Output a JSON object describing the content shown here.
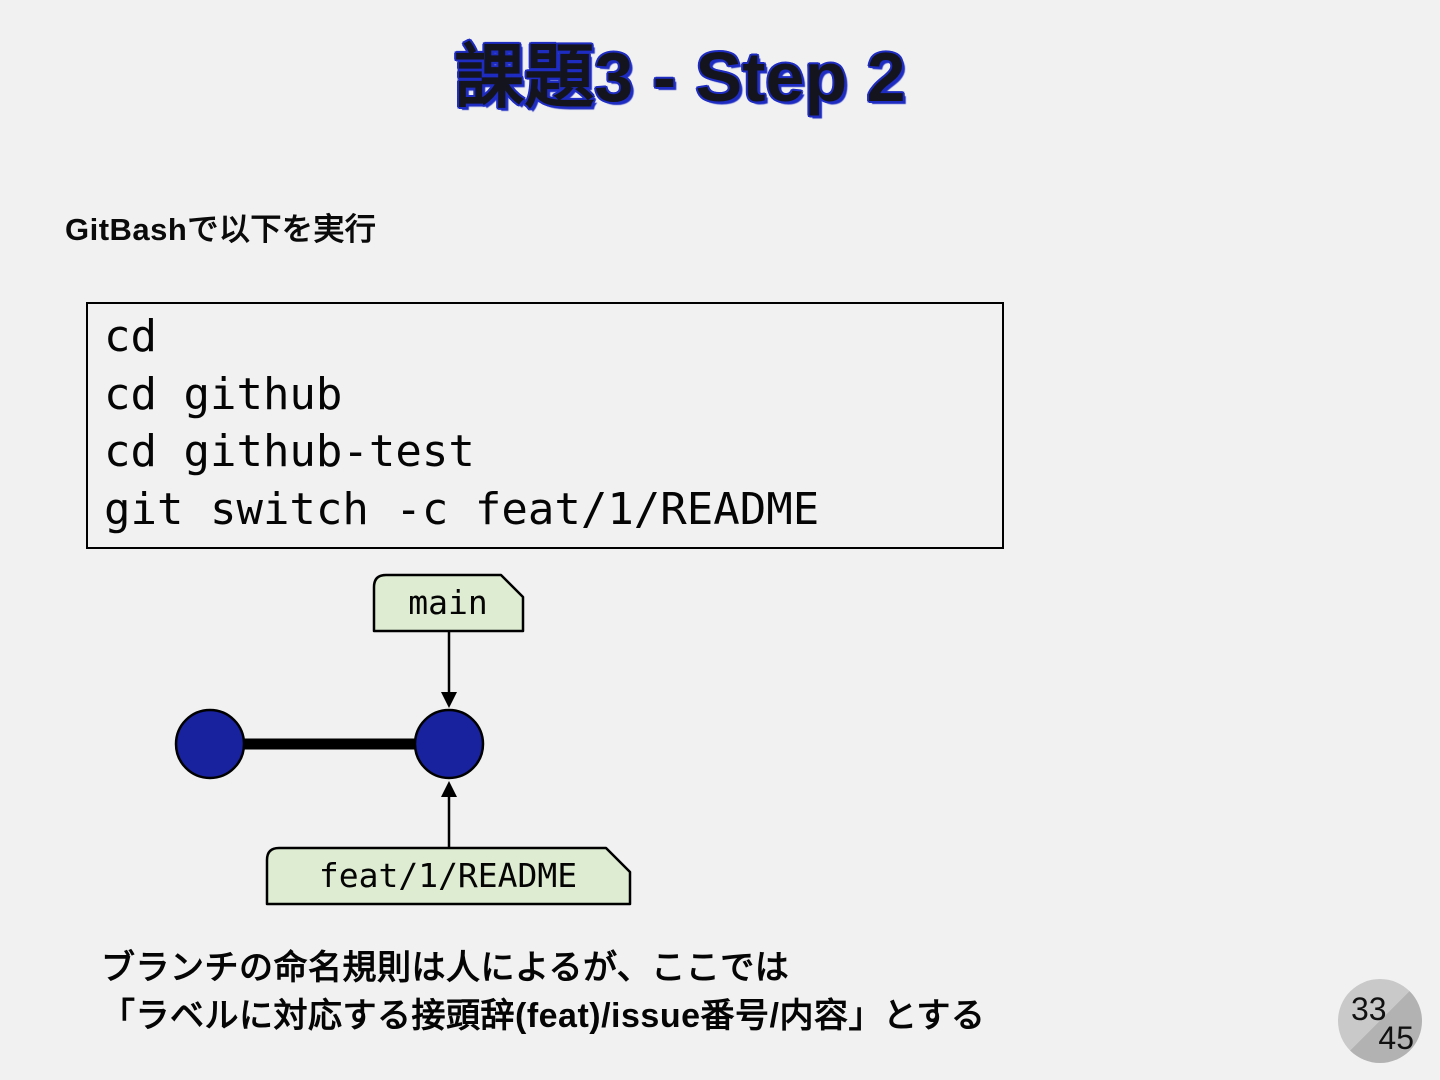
{
  "slide": {
    "title": "課題3 - Step 2",
    "subtitle": "GitBashで以下を実行",
    "code": {
      "lines": [
        "cd",
        "cd github",
        "cd github-test",
        "git switch -c feat/1/README"
      ]
    },
    "diagram": {
      "main_label": "main",
      "feature_label": "feat/1/README"
    },
    "note": {
      "lines": [
        "ブランチの命名規則は人によるが、ここでは",
        "「ラベルに対応する接頭辞(feat)/issue番号/内容」とする"
      ]
    },
    "page": {
      "current": "33",
      "total": "45"
    },
    "colors": {
      "background": "#F1F1F1",
      "commit_node_blue": "#18219E",
      "branch_tag_green": "#DEECD2",
      "title_fill": "#14141F",
      "title_outline_blue": "#1E2CC2",
      "badge_gray_light": "#C9C9C9",
      "badge_gray_dark": "#B2B2B2"
    }
  }
}
